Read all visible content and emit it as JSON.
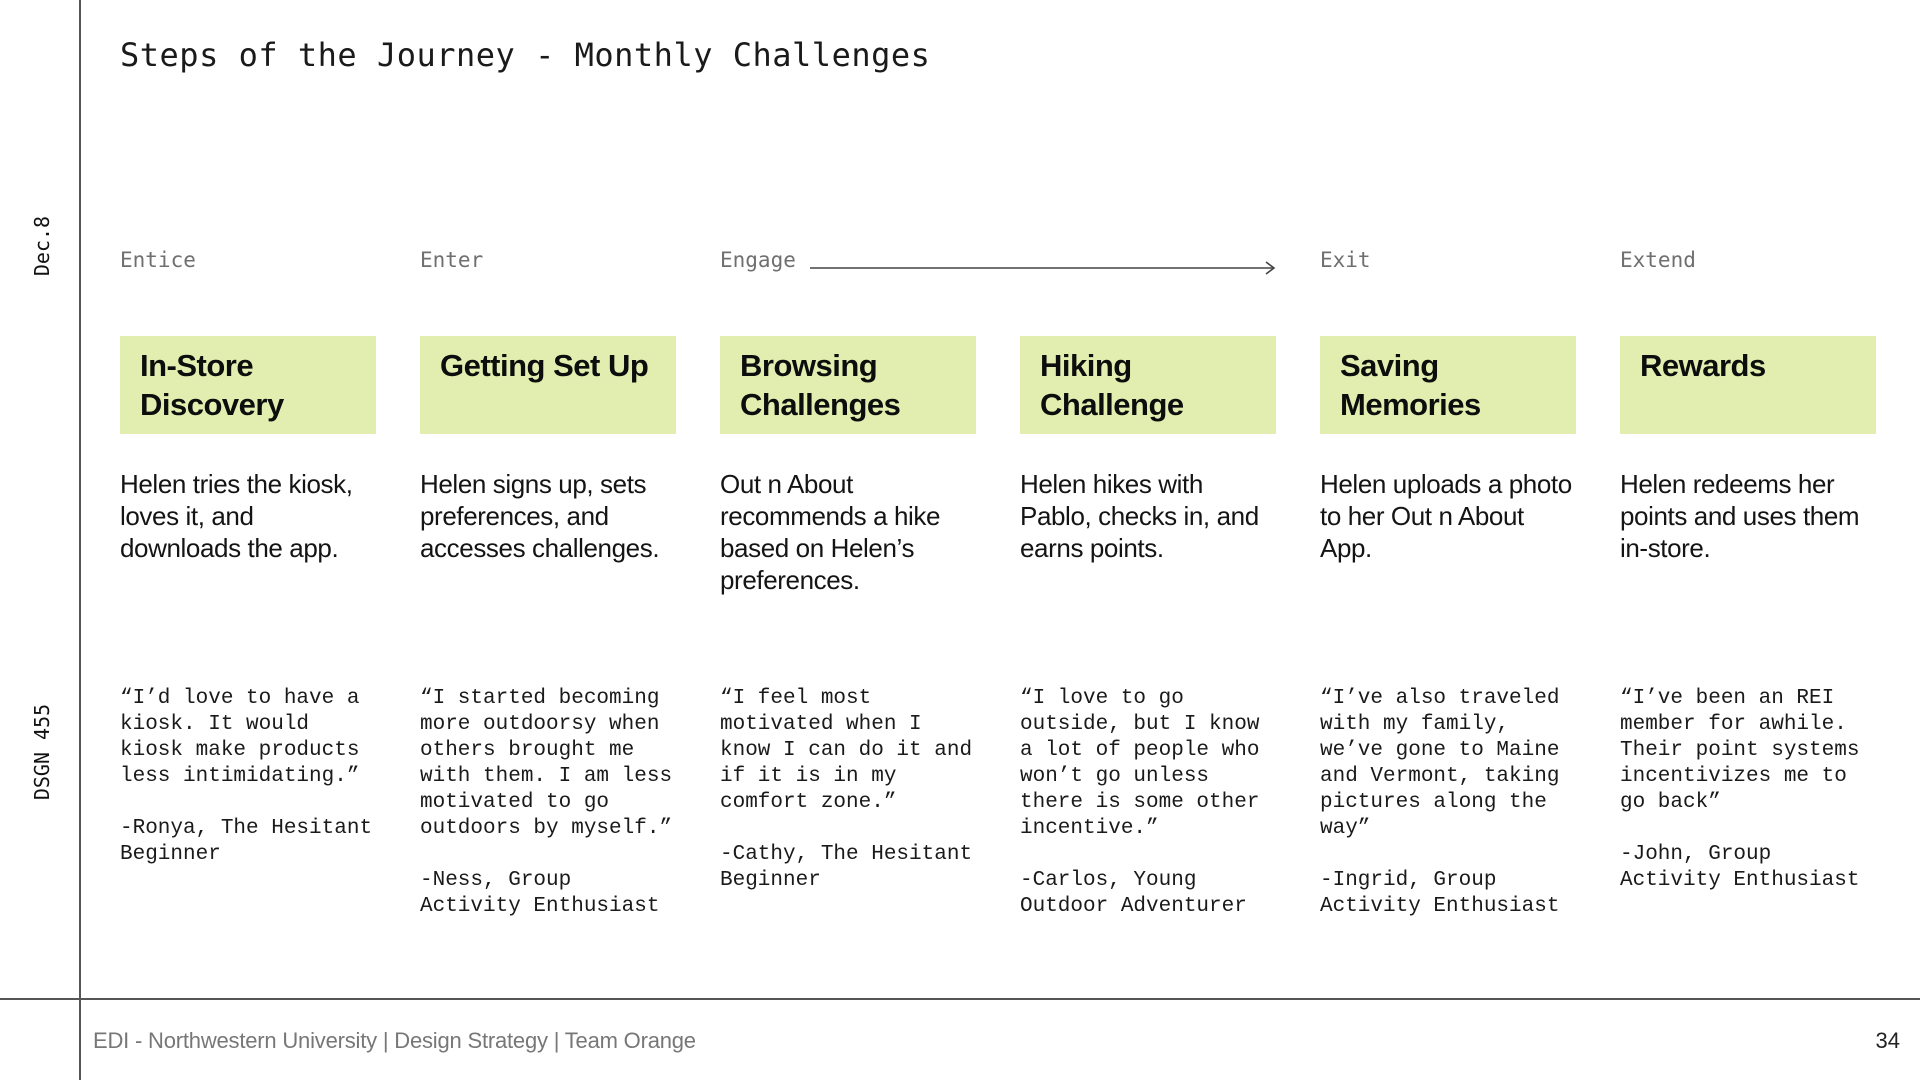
{
  "slide": {
    "title": "Steps of the Journey - Monthly Challenges",
    "side_date": "Dec.8",
    "side_course": "DSGN 455",
    "footer": "EDI - Northwestern University | Design Strategy | Team Orange",
    "page_number": "34"
  },
  "stages": [
    "Entice",
    "Enter",
    "Engage",
    "Exit",
    "Extend"
  ],
  "colors": {
    "card_background": "#e1eeaf",
    "rule": "#555555",
    "stage_text": "#6f6f6f"
  },
  "steps": [
    {
      "title": "In-Store Discovery",
      "description": "Helen tries the kiosk, loves it, and downloads the app.",
      "quote": "“I’d love to have a kiosk. It would kiosk make products less intimidating.”",
      "attribution": "-Ronya, The Hesitant Beginner"
    },
    {
      "title": "Getting Set Up",
      "description": "Helen signs up, sets preferences, and accesses challenges.",
      "quote": "“I started becoming more outdoorsy when others brought me with them. I am less motivated to go outdoors by myself.”",
      "attribution": "-Ness, Group Activity Enthusiast"
    },
    {
      "title": "Browsing Challenges",
      "description": "Out n About recommends a hike based on Helen’s preferences.",
      "quote": "“I feel most motivated when I know I can do it and if it is in my comfort zone.”",
      "attribution": "-Cathy, The Hesitant Beginner"
    },
    {
      "title": "Hiking Challenge",
      "description": "Helen hikes with Pablo, checks in, and earns points.",
      "quote": "“I love to go outside, but I know a lot of people who won’t go unless there is some other incentive.”",
      "attribution": "-Carlos, Young Outdoor Adventurer"
    },
    {
      "title": "Saving Memories",
      "description": "Helen uploads a photo to her Out n About App.",
      "quote": "“I’ve also traveled with my family, we’ve gone to Maine and Vermont, taking pictures along the way”",
      "attribution": "-Ingrid, Group Activity Enthusiast"
    },
    {
      "title": "Rewards",
      "description": "Helen redeems her points and uses them in-store.",
      "quote": "“I’ve been an REI member for awhile. Their point systems incentivizes me to go back”",
      "attribution": "-John, Group Activity Enthusiast"
    }
  ]
}
